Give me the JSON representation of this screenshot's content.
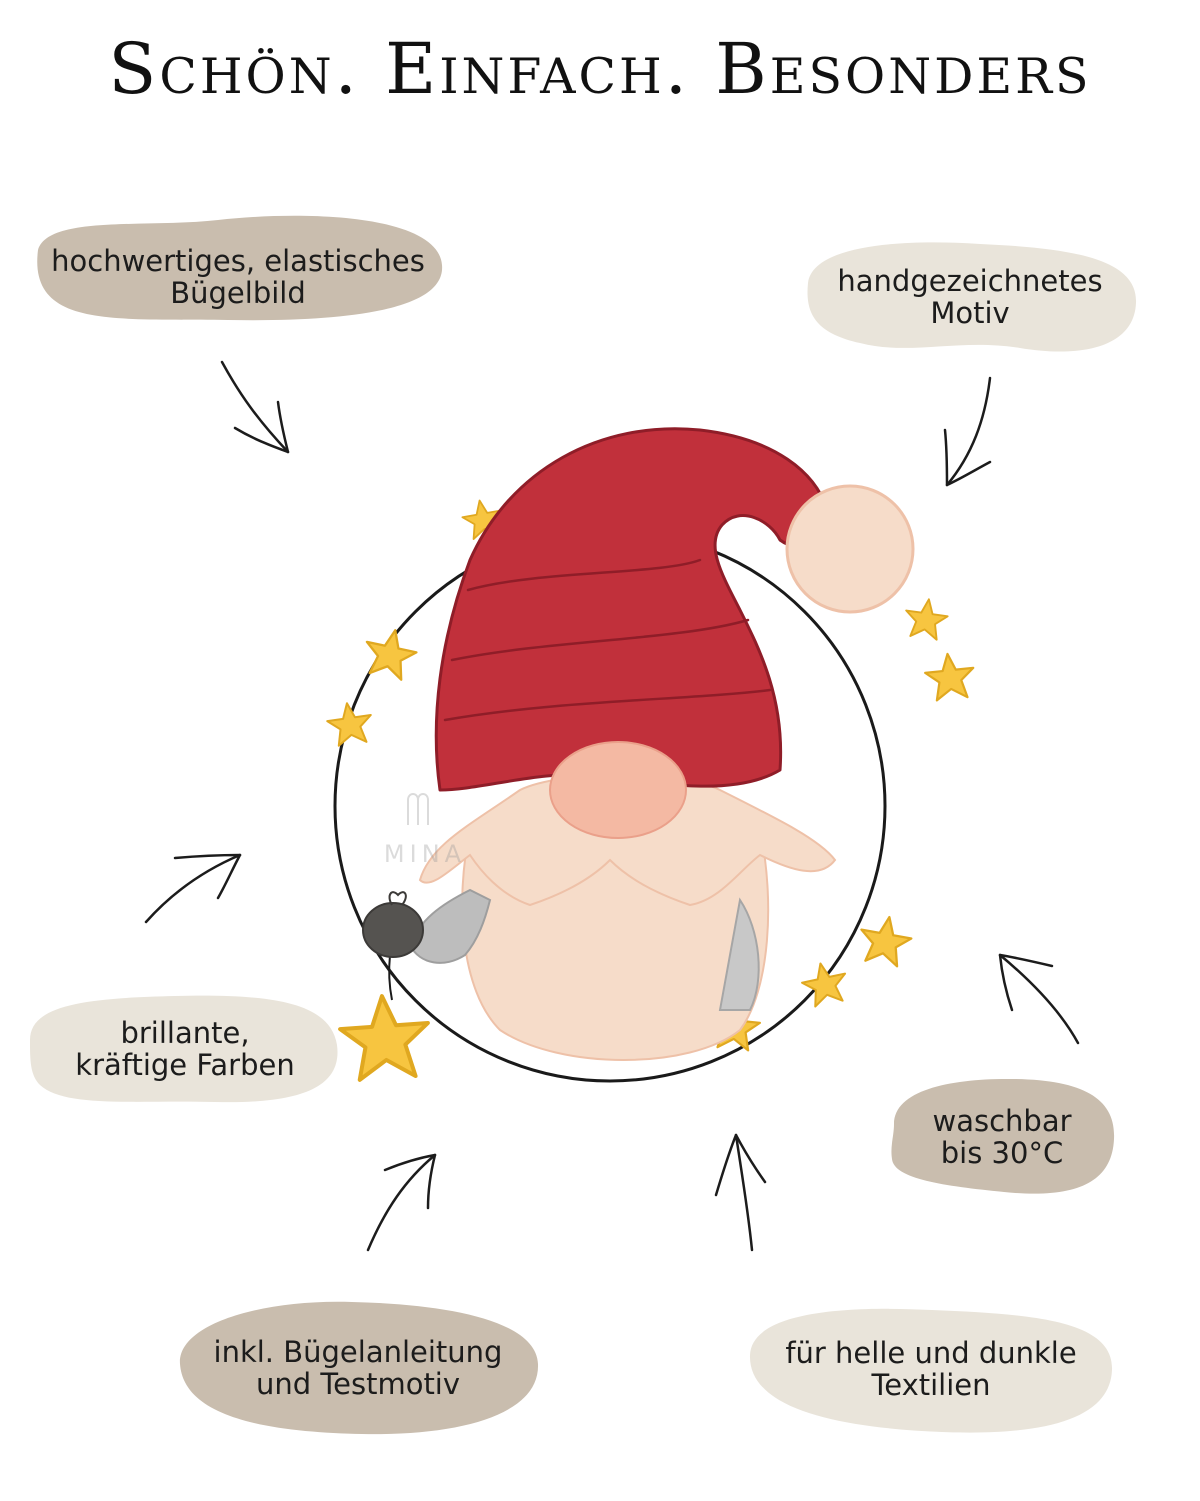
{
  "title": "Schön. Einfach. Besonders",
  "watermark": "MINA",
  "colors": {
    "bubble_dark": "#c9bdae",
    "bubble_light": "#e9e4da",
    "hat": "#c1303b",
    "hat_outline": "#8f1d28",
    "beard": "#f6dcc9",
    "nose": "#f4b9a3",
    "star": "#f7c540",
    "star_outline": "#e0a820",
    "ring": "#1a1a1a",
    "mitten": "#555350",
    "sleeve": "#bdbdbd"
  },
  "features": {
    "top_left": "hochwertiges, elastisches\nBügelbild",
    "top_right": "handgezeichnetes\nMotiv",
    "mid_left": "brillante,\nkräftige Farben",
    "mid_right": "waschbar\nbis 30°C",
    "bottom_left": "inkl. Bügelanleitung\nund Testmotiv",
    "bottom_right": "für helle und dunkle\nTextilien"
  }
}
